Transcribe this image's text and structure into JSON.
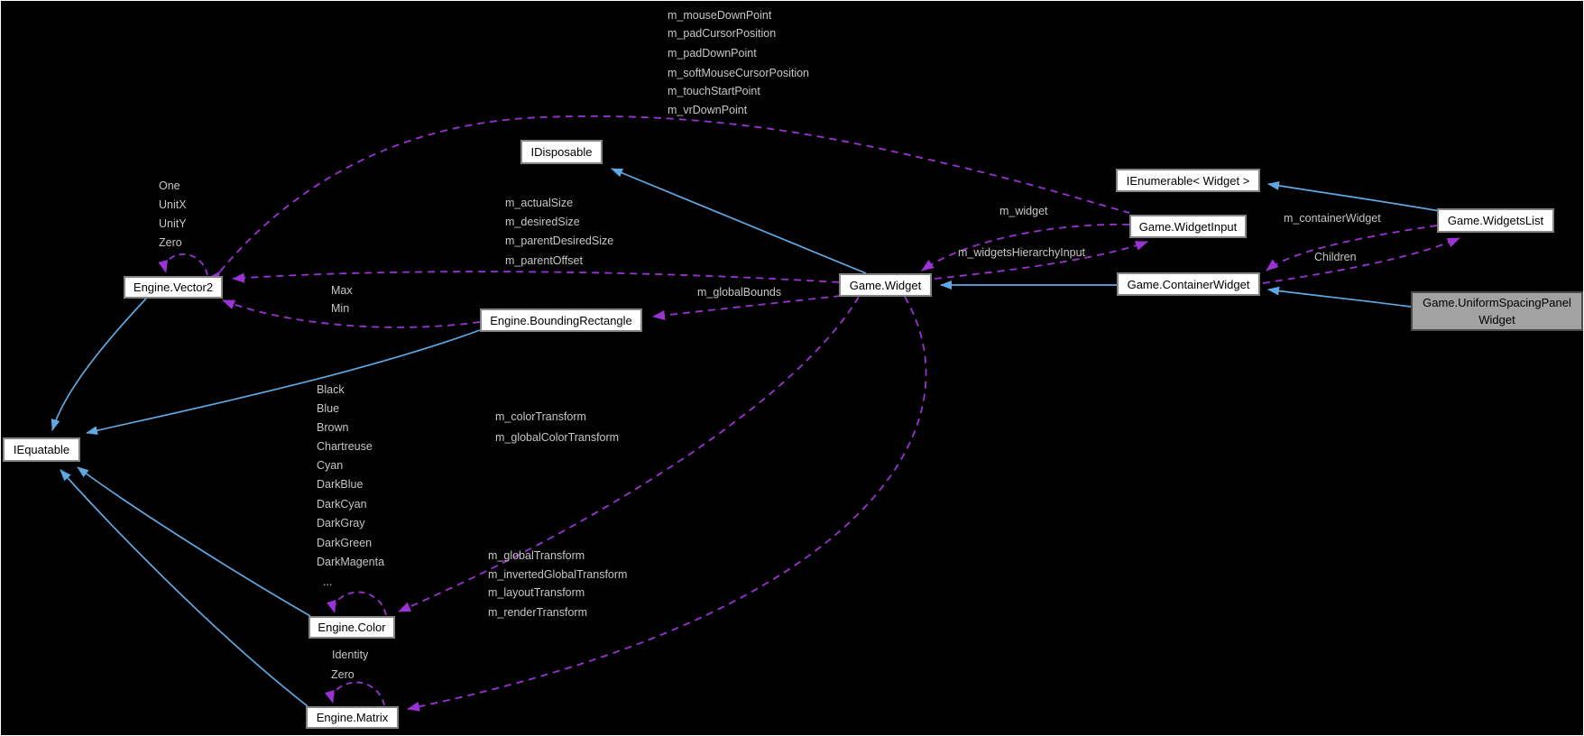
{
  "diagram": {
    "type": "class-collaboration-graph",
    "colors": {
      "background": "#000000",
      "inheritance_edge": "#5fa8e2",
      "usage_edge": "#9b32d4",
      "edge_label_text": "#c6c6c6",
      "node_bg": "#ffffff",
      "node_border": "#848484",
      "node_text": "#000000",
      "main_node_bg": "#a2a2a2",
      "main_node_border": "#4a4a4a"
    },
    "nodes": {
      "idisposable": {
        "label": "IDisposable"
      },
      "ienumerable": {
        "label": "IEnumerable< Widget >"
      },
      "widget_input": {
        "label": "Game.WidgetInput"
      },
      "widgets_list": {
        "label": "Game.WidgetsList"
      },
      "widget": {
        "label": "Game.Widget"
      },
      "container_widget": {
        "label": "Game.ContainerWidget"
      },
      "uniform_spacing_panel": {
        "label_line1": "Game.UniformSpacingPanel",
        "label_line2": "Widget"
      },
      "vector2": {
        "label": "Engine.Vector2"
      },
      "bounding_rectangle": {
        "label": "Engine.BoundingRectangle"
      },
      "iequatable": {
        "label": "IEquatable"
      },
      "color": {
        "label": "Engine.Color"
      },
      "matrix": {
        "label": "Engine.Matrix"
      }
    },
    "edge_labels": {
      "widget_input_to_vector2": [
        "m_mouseDownPoint",
        "m_padCursorPosition",
        "m_padDownPoint",
        "m_softMouseCursorPosition",
        "m_touchStartPoint",
        "m_vrDownPoint"
      ],
      "vector2_self": [
        "One",
        "UnitX",
        "UnitY",
        "Zero"
      ],
      "widget_to_vector2": [
        "m_actualSize",
        "m_desiredSize",
        "m_parentDesiredSize",
        "m_parentOffset"
      ],
      "bounding_to_vector2": [
        "Max",
        "Min"
      ],
      "widget_to_bounding": [
        "m_globalBounds"
      ],
      "widget_input_to_widget": [
        "m_widget"
      ],
      "widget_to_widget_input": [
        "m_widgetsHierarchyInput"
      ],
      "widgets_list_to_container": [
        "m_containerWidget"
      ],
      "container_to_widgets_list": [
        "Children"
      ],
      "widget_to_color": [
        "m_colorTransform",
        "m_globalColorTransform"
      ],
      "color_self": [
        "Black",
        "Blue",
        "Brown",
        "Chartreuse",
        "Cyan",
        "DarkBlue",
        "DarkCyan",
        "DarkGray",
        "DarkGreen",
        "DarkMagenta",
        "..."
      ],
      "widget_to_matrix": [
        "m_globalTransform",
        "m_invertedGlobalTransform",
        "m_layoutTransform",
        "m_renderTransform"
      ],
      "matrix_self": [
        "Identity",
        "Zero"
      ]
    }
  }
}
